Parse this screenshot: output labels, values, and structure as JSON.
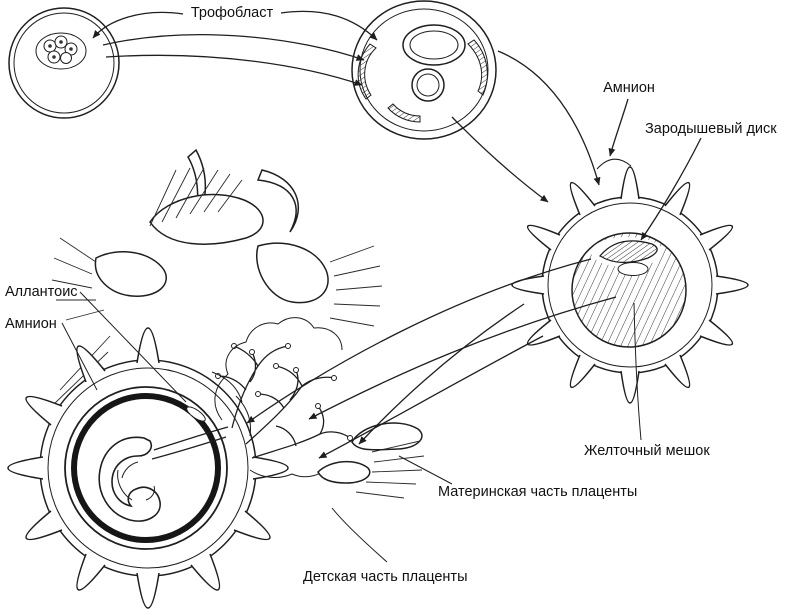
{
  "figure": {
    "labels": {
      "trophoblast": "Трофобласт",
      "amnion_right": "Амнион",
      "germinal_disc": "Зародышевый диск",
      "allantois": "Аллантоис",
      "amnion_left": "Амнион",
      "yolk_sac": "Желточный мешок",
      "maternal_placenta": "Материнская часть плаценты",
      "fetal_placenta": "Детская часть плаценты"
    },
    "colors": {
      "ink": "#1f1f1f",
      "background": "#ffffff"
    }
  }
}
